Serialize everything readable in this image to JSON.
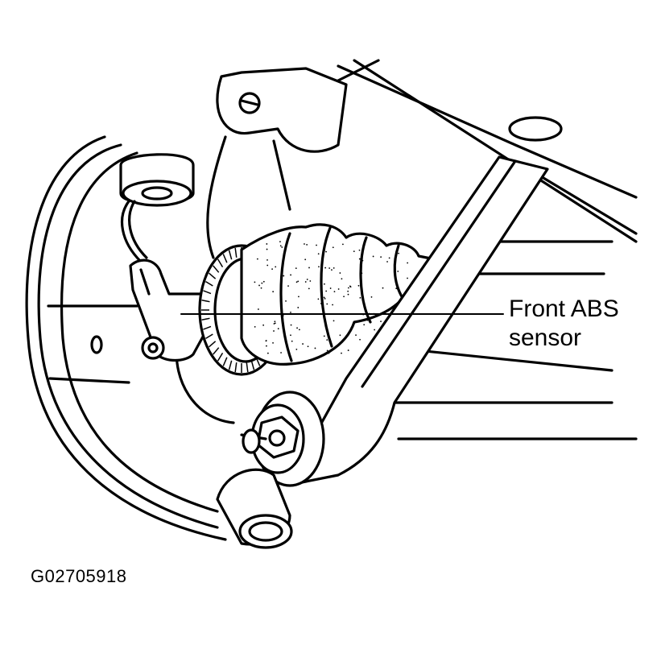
{
  "callout": {
    "line1": "Front ABS",
    "line2": "sensor"
  },
  "figure_id": "G02705918",
  "colors": {
    "ink": "#000000",
    "paper": "#ffffff"
  }
}
